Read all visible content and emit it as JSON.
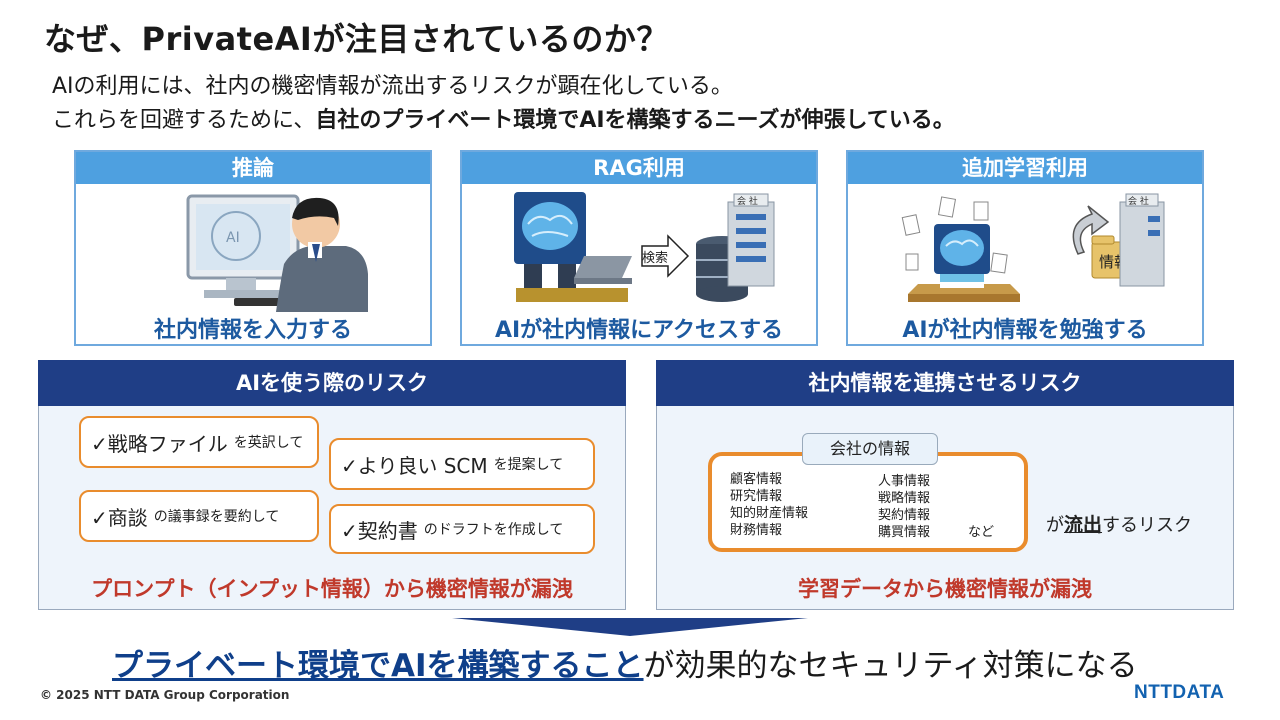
{
  "title": "なぜ、PrivateAIが注目されているのか？",
  "intro": {
    "line1": "AIの利用には、社内の機密情報が流出するリスクが顕在化している。",
    "line2_pre": "これらを回避するために、",
    "line2_bold": "自社のプライベート環境でAIを構築するニーズが伸張している。"
  },
  "cards": [
    {
      "title": "推論",
      "caption": "社内情報を入力する",
      "illus_text": "AI"
    },
    {
      "title": "RAG利用",
      "caption": "AIが社内情報にアクセスする",
      "arrow_label": "検索",
      "building_label": "会 社"
    },
    {
      "title": "追加学習利用",
      "caption": "AIが社内情報を勉強する",
      "folder_label": "情報",
      "building_label": "会 社"
    }
  ],
  "risk_ai": {
    "title": "AIを使う際のリスク",
    "bubbles": [
      {
        "main": "✓戦略ファイル",
        "sub": "を英訳して"
      },
      {
        "main": "✓より良い SCM",
        "sub": "を提案して"
      },
      {
        "main": "✓商談",
        "sub": "の議事録を要約して"
      },
      {
        "main": "✓契約書",
        "sub": "のドラフトを作成して"
      }
    ],
    "footer": "プロンプト（インプット情報）から機密情報が漏洩"
  },
  "risk_link": {
    "title": "社内情報を連携させるリスク",
    "company_tag": "会社の情報",
    "left_items": [
      "顧客情報",
      "研究情報",
      "知的財産情報",
      "財務情報"
    ],
    "right_items": [
      "人事情報",
      "戦略情報",
      "契約情報",
      "購買情報"
    ],
    "etc": "など",
    "leak_pre": "が",
    "leak_u": "流出",
    "leak_post": "するリスク",
    "footer": "学習データから機密情報が漏洩"
  },
  "conclusion": {
    "highlight": "プライベート環境でAIを構築すること",
    "rest": "が効果的なセキュリティ対策になる"
  },
  "copyright": "© 2025 NTT DATA Group Corporation",
  "logo": "NTTDATA",
  "colors": {
    "card_header": "#4ea0e0",
    "panel_header": "#1f3e86",
    "accent_orange": "#e98c2d",
    "caption_blue": "#1d5aa0",
    "risk_red": "#c0392b"
  }
}
